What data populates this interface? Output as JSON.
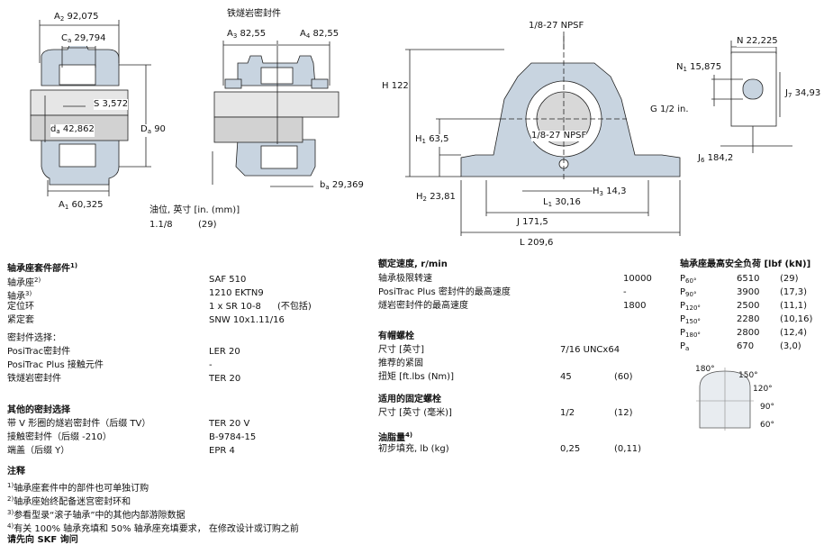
{
  "drawings": {
    "left": {
      "A2": "92,075",
      "Ca": "29,794",
      "S": "3,572",
      "da": "42,862",
      "Da": "90",
      "A1": "60,325"
    },
    "middle": {
      "title": "铁燧岩密封件",
      "A3": "82,55",
      "A4": "82,55",
      "ba": "29,369"
    },
    "oil_level": {
      "label": "油位, 英寸 [in. (mm)]",
      "inch": "1.1/8",
      "mm": "(29)"
    },
    "housing": {
      "npsf_top": "1/8-27 NPSF",
      "H": "122",
      "H1": "63,5",
      "npsf_mid": "1/8-27 NPSF",
      "G": "1/2 in.",
      "H2": "23,81",
      "H3": "14,3",
      "L1": "30,16",
      "J": "171,5",
      "L": "209,6"
    },
    "side": {
      "N": "22,225",
      "N1": "15,875",
      "J7": "34,93",
      "J6": "184,2"
    }
  },
  "kit": {
    "title": "轴承座套件部件",
    "title_note": "1)",
    "rows": [
      {
        "label": "轴承座",
        "note": "2)",
        "value": "SAF 510",
        "extra": ""
      },
      {
        "label": "轴承",
        "note": "3)",
        "value": "1210 EKTN9",
        "extra": ""
      },
      {
        "label": "定位环",
        "note": "",
        "value": "1 x SR 10-8",
        "extra": "(不包括)"
      },
      {
        "label": "紧定套",
        "note": "",
        "value": "SNW 10x1.11/16",
        "extra": ""
      }
    ],
    "seal_title": "密封件选择：",
    "seals": [
      {
        "label": "PosiTrac密封件",
        "value": "LER 20"
      },
      {
        "label": "PosiTrac Plus 接触元件",
        "value": "-"
      },
      {
        "label": "铁燧岩密封件",
        "value": "TER 20"
      }
    ],
    "other_title": "其他的密封选择",
    "other": [
      {
        "label": "带 V 形圈的燧岩密封件（后缀 TV）",
        "value": "TER 20 V"
      },
      {
        "label": "接触密封件（后缀 -210）",
        "value": "B-9784-15"
      },
      {
        "label": "端盖（后缀 Y）",
        "value": "EPR 4"
      }
    ]
  },
  "notes": {
    "title": "注释",
    "items": [
      {
        "n": "1)",
        "text": "轴承座套件中的部件也可单独订购"
      },
      {
        "n": "2)",
        "text": "轴承座始终配备迷宫密封环和"
      },
      {
        "n": "3)",
        "text": "参看型录“滚子轴承”中的其他内部游隙数据"
      },
      {
        "n": "4)",
        "text": "有关 100% 轴承充填和 50% 轴承座充填要求， 在修改设计或订购之前"
      }
    ],
    "footer": "请先向 SKF 询问"
  },
  "speed": {
    "title": "额定速度, r/min",
    "rows": [
      {
        "label": "轴承极限转速",
        "value": "10000"
      },
      {
        "label": "PosiTrac Plus 密封件的最高速度",
        "value": "-"
      },
      {
        "label": "燧岩密封件的最高速度",
        "value": "1800"
      }
    ]
  },
  "cap_bolts": {
    "title": "有帽螺栓",
    "size_label": "尺寸 [英寸]",
    "size_value": "7/16 UNCx64",
    "torque_label1": "推荐的紧固",
    "torque_label2": "扭矩 [ft.lbs (Nm)]",
    "torque_value": "45",
    "torque_metric": "(60)"
  },
  "attach_bolts": {
    "title": "适用的固定螺栓",
    "size_label": "尺寸 [英寸 (毫米)]",
    "value": "1/2",
    "metric": "(12)"
  },
  "grease": {
    "title": "油脂量",
    "note": "4)",
    "label": "初步填充, lb (kg)",
    "value": "0,25",
    "metric": "(0,11)"
  },
  "loads": {
    "title": "轴承座最高安全负荷 [lbf (kN)]",
    "rows": [
      {
        "p": "P",
        "sub": "60°",
        "lbf": "6510",
        "kn": "(29)"
      },
      {
        "p": "P",
        "sub": "90°",
        "lbf": "3900",
        "kn": "(17,3)"
      },
      {
        "p": "P",
        "sub": "120°",
        "lbf": "2500",
        "kn": "(11,1)"
      },
      {
        "p": "P",
        "sub": "150°",
        "lbf": "2280",
        "kn": "(10,16)"
      },
      {
        "p": "P",
        "sub": "180°",
        "lbf": "2800",
        "kn": "(12,4)"
      },
      {
        "p": "P",
        "sub": "a",
        "lbf": "670",
        "kn": "(3,0)"
      }
    ],
    "angles": {
      "a180": "180°",
      "a150": "150°",
      "a120": "120°",
      "a90": "90°",
      "a60": "60°"
    }
  },
  "colors": {
    "housing_fill": "#c8d4e0",
    "shaft": "#d8d8d8",
    "line": "#000000"
  }
}
